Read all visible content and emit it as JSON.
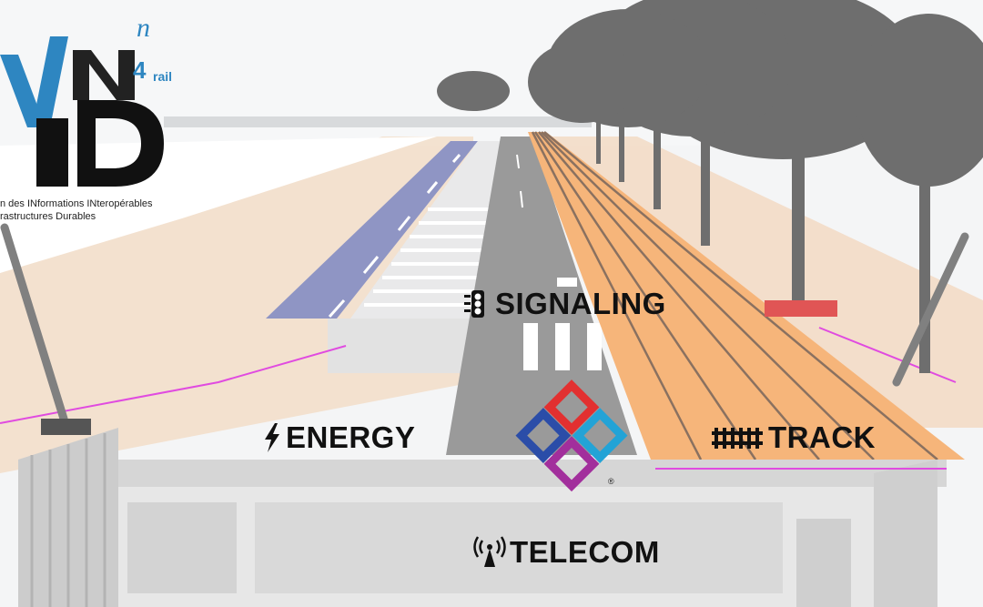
{
  "logo": {
    "subscript_n": "n",
    "four": "4",
    "rail": "rail",
    "tagline_line1": "n des INformations INteropérables",
    "tagline_line2": "rastructures Durables"
  },
  "labels": {
    "signaling": "SIGNALING",
    "energy": "ENERGY",
    "track": "TRACK",
    "telecom": "TELECOM"
  },
  "icons": {
    "signaling": "traffic-light-icon",
    "energy": "lightning-bolt-icon",
    "track": "rail-track-icon",
    "telecom": "antenna-icon",
    "ifc_logo": "interlocking-squares-logo"
  },
  "colors": {
    "rail_orange": "#f6b57a",
    "bike_lane_blue": "#8f95c4",
    "ground_beige": "#f3dcc6",
    "tree_gray": "#6e6e6e",
    "concrete": "#dcdcdc",
    "magenta_line": "#e04be0"
  }
}
